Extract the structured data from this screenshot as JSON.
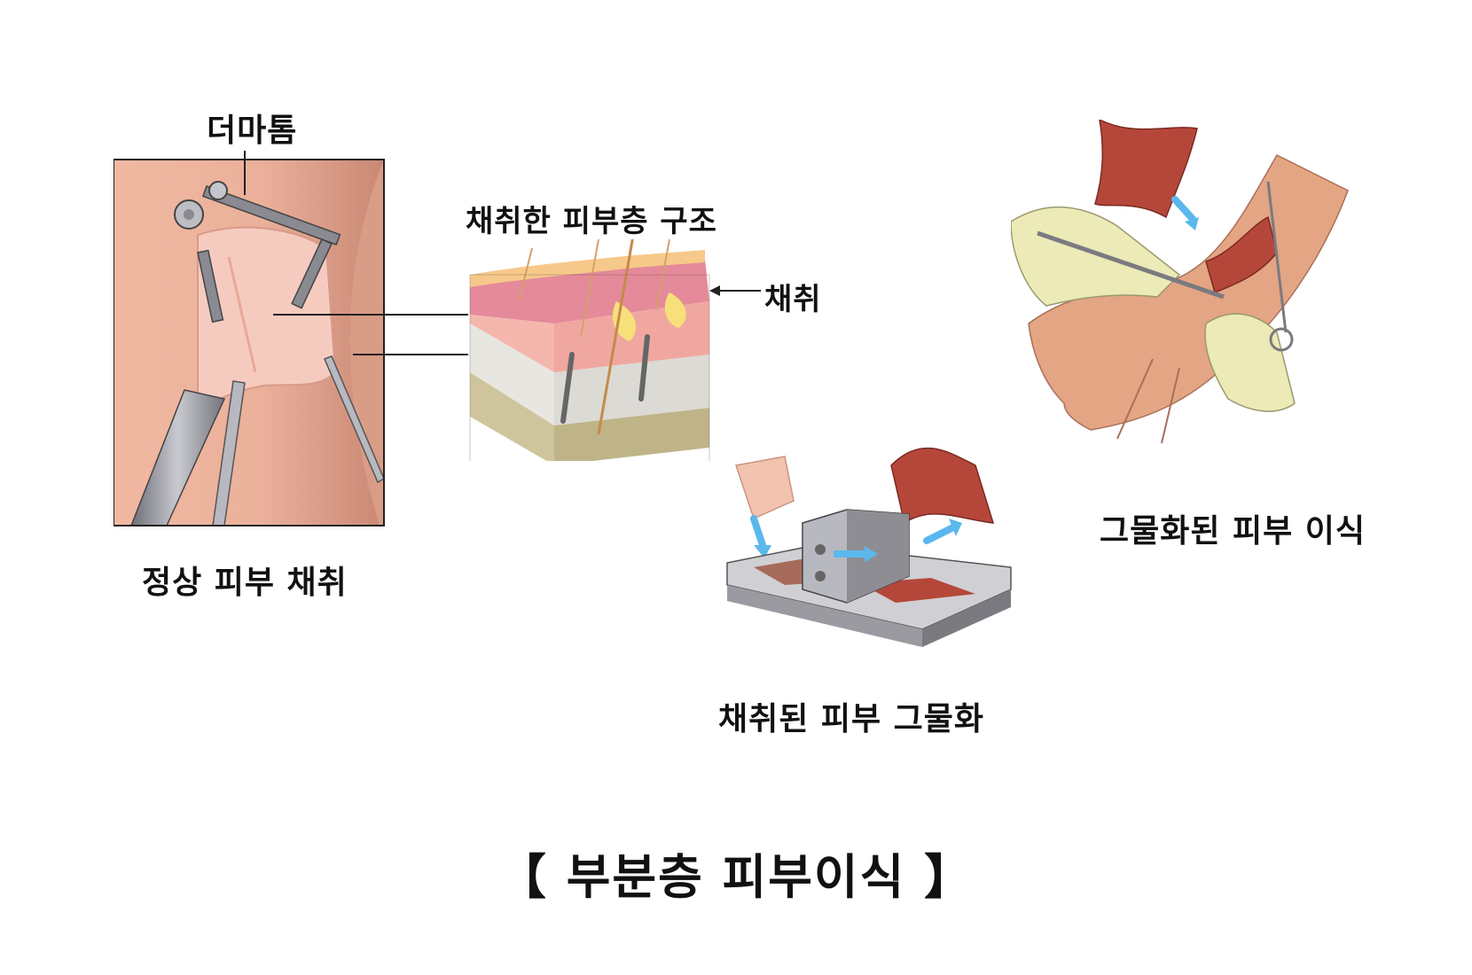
{
  "labels": {
    "dermatome": "더마톰",
    "harvested_layer_structure": "채취한 피부층 구조",
    "harvest": "채취",
    "normal_skin_harvest": "정상 피부 채취",
    "mesh_harvested_skin": "채취된 피부 그물화",
    "meshed_graft": "그물화된 피부 이식",
    "title": "【 부분층 피부이식 】"
  },
  "colors": {
    "skin": "#e8a98f",
    "skin_light": "#f2c3ae",
    "epidermis": "#f6c98a",
    "dermis": "#e58a9a",
    "fat": "#d9d3a8",
    "mesh": "#b5473a",
    "metal": "#8d8d93",
    "glove": "#eceab6",
    "arrow": "#5bb8ec"
  },
  "icons": {
    "dermatome": "dermatome-illustration",
    "skin_block": "skin-layer-block-illustration",
    "mesher": "skin-mesher-machine-illustration",
    "graft": "graft-suturing-hand-illustration"
  }
}
